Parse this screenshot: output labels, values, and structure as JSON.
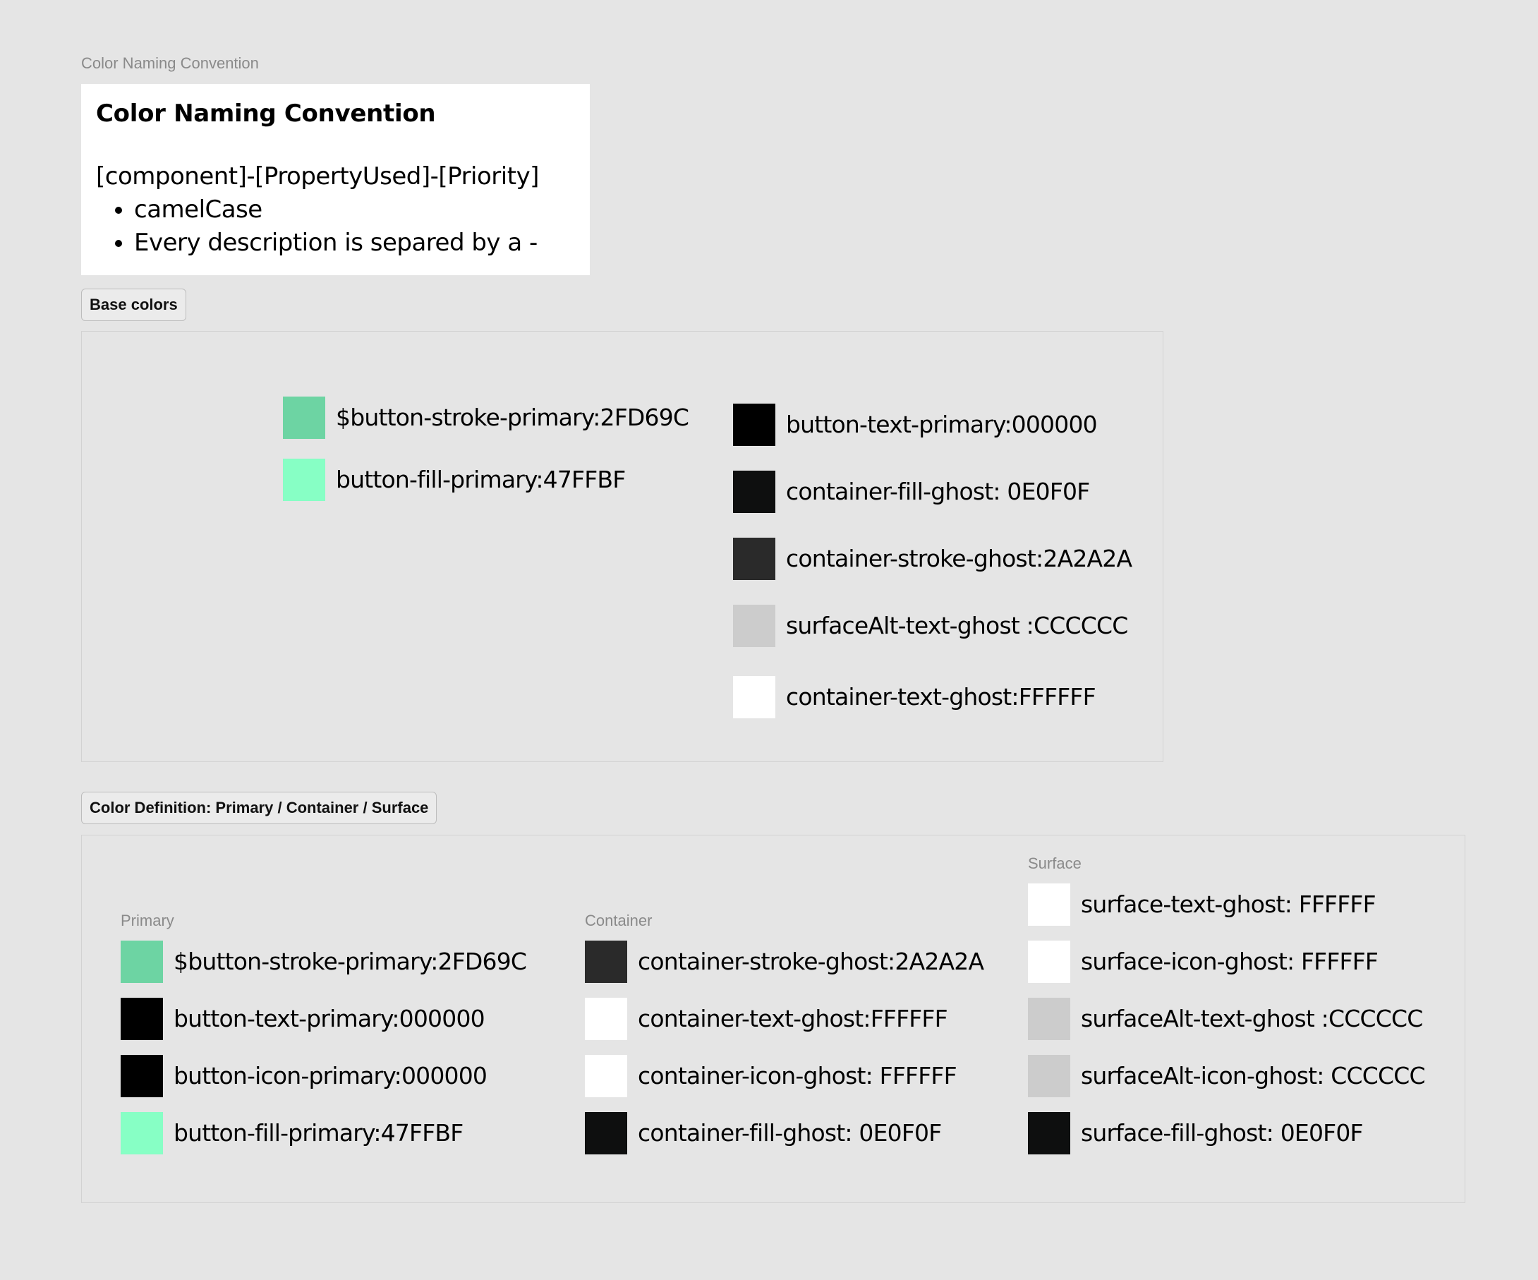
{
  "frame_label": "Color Naming Convention",
  "note": {
    "title": "Color Naming Convention",
    "pattern": "[component]-[PropertyUsed]-[Priority]",
    "bullets": [
      "camelCase",
      "Every description is separed by a -"
    ]
  },
  "base_section": {
    "label": "Base colors",
    "swatches": [
      {
        "color": "#6DD4A3",
        "label": "$button-stroke-primary:2FD69C"
      },
      {
        "color": "#87FFC5",
        "label": "button-fill-primary:47FFBF"
      },
      {
        "color": "#000000",
        "label": "button-text-primary:000000"
      },
      {
        "color": "#0E0F0F",
        "label": "container-fill-ghost: 0E0F0F"
      },
      {
        "color": "#2A2A2A",
        "label": "container-stroke-ghost:2A2A2A"
      },
      {
        "color": "#CCCCCC",
        "label": "surfaceAlt-text-ghost :CCCCCC"
      },
      {
        "color": "#FFFFFF",
        "label": "container-text-ghost:FFFFFF"
      }
    ]
  },
  "definition_section": {
    "label": "Color Definition: Primary / Container / Surface",
    "columns": [
      {
        "title": "Primary",
        "swatches": [
          {
            "color": "#6DD4A3",
            "label": "$button-stroke-primary:2FD69C"
          },
          {
            "color": "#000000",
            "label": "button-text-primary:000000"
          },
          {
            "color": "#000000",
            "label": "button-icon-primary:000000"
          },
          {
            "color": "#87FFC5",
            "label": "button-fill-primary:47FFBF"
          }
        ]
      },
      {
        "title": "Container",
        "swatches": [
          {
            "color": "#2A2A2A",
            "label": "container-stroke-ghost:2A2A2A"
          },
          {
            "color": "#FFFFFF",
            "label": "container-text-ghost:FFFFFF"
          },
          {
            "color": "#FFFFFF",
            "label": "container-icon-ghost: FFFFFF"
          },
          {
            "color": "#0E0F0F",
            "label": "container-fill-ghost: 0E0F0F"
          }
        ]
      },
      {
        "title": "Surface",
        "swatches": [
          {
            "color": "#FFFFFF",
            "label": "surface-text-ghost: FFFFFF"
          },
          {
            "color": "#FFFFFF",
            "label": "surface-icon-ghost: FFFFFF"
          },
          {
            "color": "#CCCCCC",
            "label": "surfaceAlt-text-ghost :CCCCCC"
          },
          {
            "color": "#CCCCCC",
            "label": "surfaceAlt-icon-ghost: CCCCCC"
          },
          {
            "color": "#0E0F0F",
            "label": "surface-fill-ghost: 0E0F0F"
          }
        ]
      }
    ]
  }
}
